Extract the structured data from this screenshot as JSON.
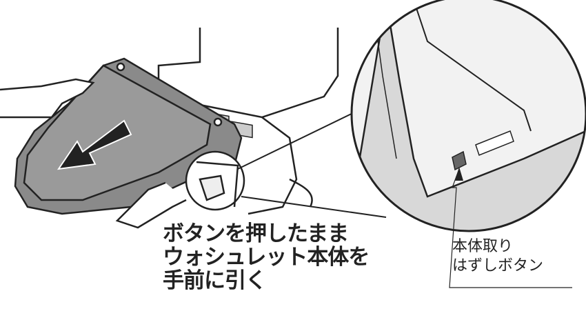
{
  "instruction": {
    "lines": [
      "ボタンを押したまま",
      "ウォシュレット本体を",
      "手前に引く"
    ]
  },
  "callout": {
    "lines": [
      "本体取り",
      "はずしボタン"
    ]
  },
  "colors": {
    "line": "#222222",
    "seat": "#8a8a8a",
    "body": "#f2f2f2",
    "shade": "#d8d8d8",
    "arrow": "#222222"
  }
}
